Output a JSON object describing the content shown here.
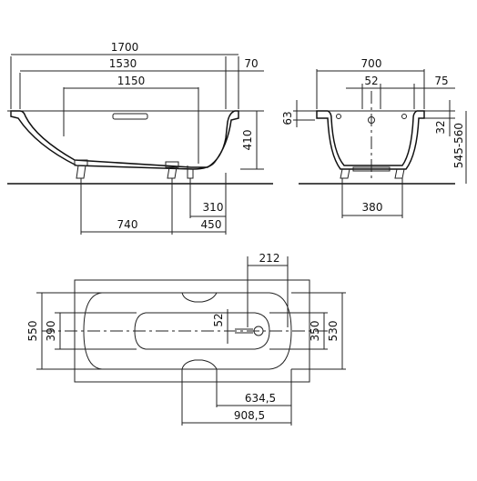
{
  "side_view": {
    "dims": {
      "length_total": "1700",
      "length_inner": "1530",
      "length_bottom": "1150",
      "rim_right": "70",
      "height": "410",
      "foot_offset": "310",
      "foot_spacing": "740",
      "foot_end": "450"
    }
  },
  "end_view": {
    "dims": {
      "width_inner": "700",
      "drain_offset": "52",
      "rim_width": "75",
      "overflow_height": "63",
      "rim_drop": "32",
      "height_range": "545-560",
      "foot_width": "380"
    }
  },
  "top_view": {
    "dims": {
      "handle_width": "212",
      "width_outer": "550",
      "width_bottom": "390",
      "drain_dim": "52",
      "width_inner_right": "350",
      "width_total_right": "530",
      "handle_offset_1": "634,5",
      "handle_offset_2": "908,5"
    }
  }
}
